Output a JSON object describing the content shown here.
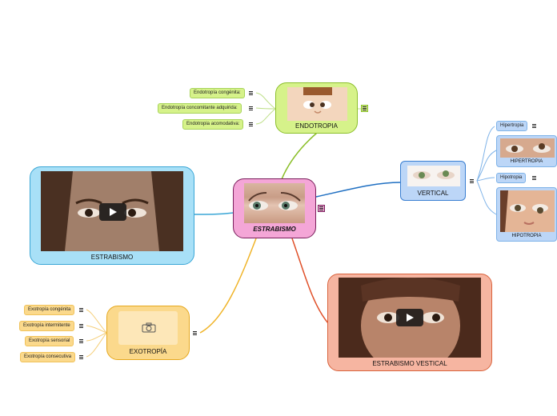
{
  "root": {
    "label": "ESTRABISMO"
  },
  "endotropia": {
    "label": "ENDOTROPIA",
    "items": [
      {
        "label": "Endotropía congénita:"
      },
      {
        "label": "Endotropía concomitante adquirida:"
      },
      {
        "label": "Endotropia acomodativa:"
      }
    ]
  },
  "vertical": {
    "label": "VERTICAL",
    "items": [
      {
        "label": "Hipertropia",
        "image_label": "HIPERTROPIA"
      },
      {
        "label": "Hipotropia",
        "image_label": "HIPOTROPIA"
      }
    ]
  },
  "video_left": {
    "label": "ESTRABISMO"
  },
  "video_right": {
    "label": "ESTRABISMO VESTICAL"
  },
  "exotropia": {
    "label": "EXOTROPÍA",
    "icon": "camera-icon",
    "items": [
      {
        "label": "Exotropía congénita"
      },
      {
        "label": "Exotropía intermitente"
      },
      {
        "label": "Exotropía sensorial"
      },
      {
        "label": "Exotropía consecutiva"
      }
    ]
  },
  "colors": {
    "root_fill": "#f4a6d7",
    "root_border": "#7a1f5c",
    "endo_fill": "#d6f28a",
    "endo_border": "#8bbf2a",
    "vert_fill": "#bcd6f7",
    "vert_border": "#3a7fd1",
    "video_left_fill": "#a8e0f7",
    "video_left_border": "#3aa6d6",
    "exo_fill": "#fbd98c",
    "exo_border": "#e6a81e",
    "video_right_fill": "#f6b5a1",
    "video_right_border": "#d9623c"
  }
}
